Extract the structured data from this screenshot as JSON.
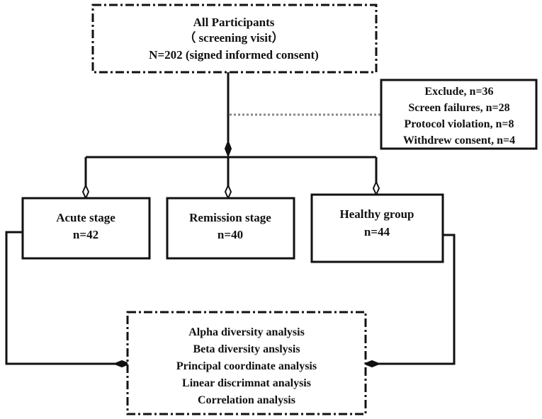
{
  "participants_box": {
    "line1": "All Participants",
    "line2": "（ screening visit）",
    "line3": "N=202 (signed informed consent)"
  },
  "exclude_box": {
    "lines": [
      "Exclude, n=36",
      "Screen failures, n=28",
      "Protocol violation, n=8",
      "Withdrew consent, n=4"
    ]
  },
  "acute_box": {
    "title": "Acute  stage",
    "count": "n=42"
  },
  "remission_box": {
    "title": "Remission stage",
    "count": "n=40"
  },
  "healthy_box": {
    "title": "Healthy group",
    "count": "n=44"
  },
  "analysis_box": {
    "lines": [
      "Alpha diversity analysis",
      "Beta diversity anslysis",
      "Principal coordinate analysis",
      "Linear discrimnat analysis",
      "Correlation analysis"
    ]
  }
}
